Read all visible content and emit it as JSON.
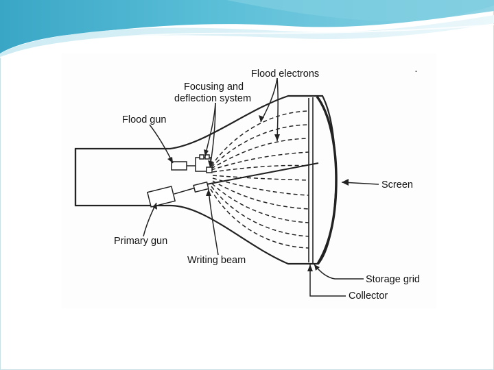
{
  "slide": {
    "accent_color": "#3fa9c9",
    "light_accent_color": "#a9dbe9"
  },
  "diagram": {
    "labels": {
      "flood_electrons": "Flood electrons",
      "focusing_line1": "Focusing and",
      "focusing_line2": "deflection system",
      "flood_gun": "Flood gun",
      "screen": "Screen",
      "primary_gun": "Primary gun",
      "writing_beam": "Writing beam",
      "storage_grid": "Storage grid",
      "collector": "Collector"
    }
  }
}
